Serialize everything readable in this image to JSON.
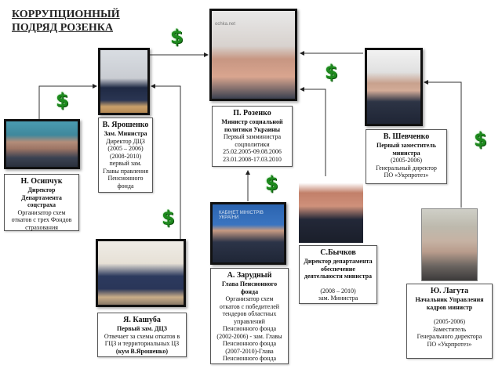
{
  "title": {
    "line1": "КОРРУПЦИОННЫЙ",
    "line2": "ПОДРЯД РОЗЕНКА"
  },
  "icons": {
    "money": "$"
  },
  "colors": {
    "dollar": "#1e8a1e",
    "frame": "#111111",
    "connector": "#333333"
  },
  "people": {
    "rozenko": {
      "name": "П. Розенко",
      "role_lines": [
        "Министр социальной",
        "политики Украины"
      ],
      "details": [
        "Первый замминистра",
        "соцполитики",
        "25.02.2005-09.08.2006",
        "23.01.2008-17.03.2010"
      ]
    },
    "yaroshenko": {
      "name": "В. Ярошенко",
      "role_lines": [
        "Зам. Министра"
      ],
      "details": [
        "Директор ДЦЗ",
        "(2005 – 2006)",
        "(2008-2010)",
        "первый зам.",
        "Главы правления",
        "Пенсионного",
        "фонда"
      ]
    },
    "osipchuk": {
      "name": "Н. Осипчук",
      "role_lines": [
        "Директор",
        "Департамента",
        "соцстраха"
      ],
      "details": [
        "Организатор схем",
        "откатов с трех Фондов",
        "страхования"
      ]
    },
    "shevchenko": {
      "name": "В. Шевченко",
      "role_lines": [
        "Первый заместитель",
        "министра"
      ],
      "details": [
        "(2005-2006)",
        "Генеральный директор",
        "ПО «Укрпротез»"
      ]
    },
    "bychkov": {
      "name": "С.Бычков",
      "role_lines": [
        "Директор департамента",
        "обеспечение",
        "деятельности министра"
      ],
      "details": [
        "",
        "(2008 – 2010)",
        "зам. Министра"
      ]
    },
    "zarudny": {
      "name": "А. Зарудный",
      "role_lines": [
        "Глава Пенсионного",
        "фонда"
      ],
      "details": [
        "Организатор схем",
        "откатов с победителей",
        "тендеров областных",
        "управлений",
        "Пенсионного фонда",
        "(2002-2006) - зам. Главы",
        "Пенсионного фонда",
        "(2007-2010)-Глава",
        "Пенсионного фонда"
      ]
    },
    "kashuba": {
      "name": "Я. Кашуба",
      "role_lines": [
        "Первый зам. ДЦЗ"
      ],
      "details": [
        "Отвечает за схемы откатов в",
        "ГЦЗ и территориальных  ЦЗ"
      ],
      "note": "(кум В.Ярошенко)"
    },
    "laguta": {
      "name": "Ю. Лагута",
      "role_lines": [
        "Начальник Управления",
        "кадров министр"
      ],
      "details": [
        "",
        "(2005-2006)",
        "Заместитель",
        "Генерального директора",
        "ПО «Укрпротез»"
      ]
    }
  },
  "photo_captions": {
    "rozenko_watermark": "ochka.net",
    "zarudny_banner": "КАБІНЕТ МІНІСТРІВ УКРАЇНИ"
  }
}
